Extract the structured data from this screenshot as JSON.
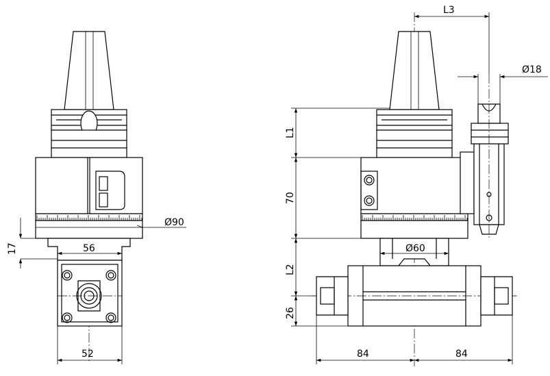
{
  "dimensions": {
    "left_flange_dia": "Ø90",
    "left_offset": "17",
    "left_neck_width": "56",
    "left_square": "52",
    "right_L3": "L3",
    "right_collet_dia": "Ø18",
    "right_L1": "L1",
    "right_body_height": "70",
    "right_neck_dia": "Ø60",
    "right_L2": "L2",
    "right_spindle_height": "26",
    "right_half_left": "84",
    "right_half_right": "84"
  }
}
